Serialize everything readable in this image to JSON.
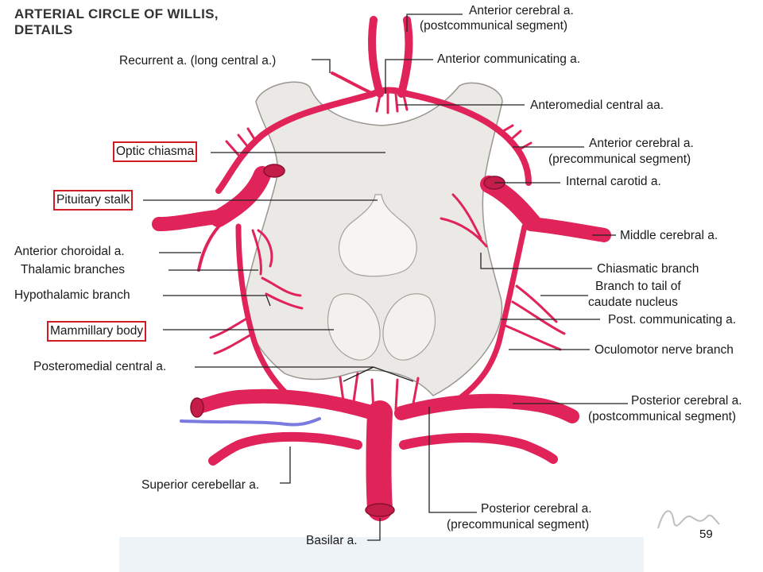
{
  "title_line1": "ARTERIAL CIRCLE OF WILLIS,",
  "title_line2": "DETAILS",
  "labels": {
    "aca_post_1": "Anterior cerebral a.",
    "aca_post_2": "(postcommunical segment)",
    "recurrent": "Recurrent a. (long central a.)",
    "acom": "Anterior communicating a.",
    "anteromedial": "Anteromedial central aa.",
    "optic_chiasma": "Optic chiasma",
    "aca_pre_1": "Anterior cerebral a.",
    "aca_pre_2": "(precommunical segment)",
    "internal_carotid": "Internal carotid a.",
    "pituitary_stalk": "Pituitary stalk",
    "middle_cerebral": "Middle cerebral a.",
    "anterior_choroidal": "Anterior choroidal a.",
    "thalamic": "Thalamic branches",
    "chiasmatic": "Chiasmatic branch",
    "hypothalamic": "Hypothalamic branch",
    "caudate_1": "Branch to tail of",
    "caudate_2": "caudate nucleus",
    "post_communicating": "Post. communicating a.",
    "mammillary": "Mammillary body",
    "oculomotor": "Oculomotor nerve branch",
    "posteromedial": "Posteromedial central a.",
    "pca_post_1": "Posterior cerebral a.",
    "pca_post_2": "(postcommunical segment)",
    "superior_cerebellar": "Superior cerebellar a.",
    "pca_pre_1": "Posterior cerebral a.",
    "pca_pre_2": "(precommunical segment)",
    "basilar": "Basilar a."
  },
  "page_number": "59",
  "colors": {
    "artery": "#e0245a",
    "artery_dark": "#b0123f",
    "tissue": "#ecebe8",
    "highlight_box": "#d21c24",
    "annotation_stroke": "#7a7adf"
  }
}
